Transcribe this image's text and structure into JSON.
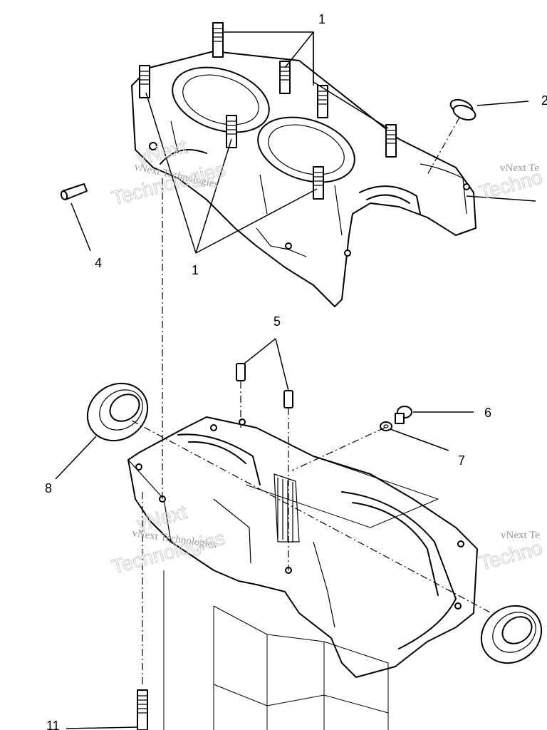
{
  "callouts": [
    {
      "id": "1",
      "text": "1"
    },
    {
      "id": "1b",
      "text": "1"
    },
    {
      "id": "2",
      "text": "2"
    },
    {
      "id": "4",
      "text": "4"
    },
    {
      "id": "5",
      "text": "5"
    },
    {
      "id": "6",
      "text": "6"
    },
    {
      "id": "7",
      "text": "7"
    },
    {
      "id": "8",
      "text": "8"
    },
    {
      "id": "11",
      "text": "11"
    }
  ],
  "watermarks": {
    "small": "vNext Technologies",
    "small_cut_right": "vNext Te",
    "large_1": "vNext",
    "large_2": "Technologies",
    "large_cut_right": "Techno"
  }
}
